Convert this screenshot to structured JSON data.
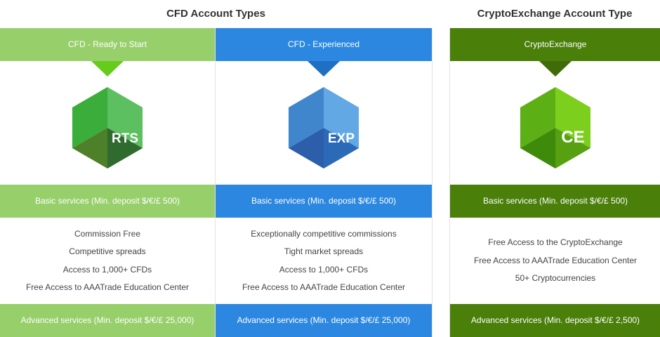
{
  "titles": {
    "cfd": "CFD Account Types",
    "crypto": "CryptoExchange Account Type"
  },
  "columns": [
    {
      "id": "rts",
      "header": "CFD - Ready to Start",
      "badge": "RTS",
      "basic": "Basic services (Min. deposit $/€/£ 500)",
      "features": [
        "Commission Free",
        "Competitive spreads",
        "Access to 1,000+ CFDs",
        "Free Access to AAATrade Education Center"
      ],
      "advanced": "Advanced services (Min. deposit $/€/£ 25,000)",
      "colors": {
        "header": "#97cf6b",
        "arrow": "#66cc1c",
        "band": "#97cf6b",
        "hex_top_left": "#3aad3a",
        "hex_top_right": "#5cbf60",
        "hex_bottom_left": "#4e7f29",
        "hex_bottom_right": "#2f6b2f"
      }
    },
    {
      "id": "exp",
      "header": "CFD - Experienced",
      "badge": "EXP",
      "basic": "Basic services (Min. deposit $/€/£ 500)",
      "features": [
        "Exceptionally competitive commissions",
        "Tight market spreads",
        "Access to 1,000+ CFDs",
        "Free Access to AAATrade Education Center"
      ],
      "advanced": "Advanced services (Min. deposit $/€/£ 25,000)",
      "colors": {
        "header": "#2b87e0",
        "arrow": "#1f6fc2",
        "band": "#2b87e0",
        "hex_top_left": "#3f86cc",
        "hex_top_right": "#62a8e4",
        "hex_bottom_left": "#2c5eaa",
        "hex_bottom_right": "#2a6ab6"
      }
    },
    {
      "id": "ce",
      "header": "CryptoExchange",
      "badge": "CE",
      "basic": "Basic services (Min. deposit $/€/£ 500)",
      "features": [
        "Free Access to the CryptoExchange",
        "Free Access to AAATrade Education Center",
        "50+ Cryptocurrencies"
      ],
      "advanced": "Advanced services (Min. deposit $/€/£ 2,500)",
      "colors": {
        "header": "#4a7f0a",
        "arrow": "#3f6b08",
        "band": "#4a7f0a",
        "hex_top_left": "#5caf14",
        "hex_top_right": "#7ccf1c",
        "hex_bottom_left": "#3e8a0a",
        "hex_bottom_right": "#56a012"
      }
    }
  ]
}
